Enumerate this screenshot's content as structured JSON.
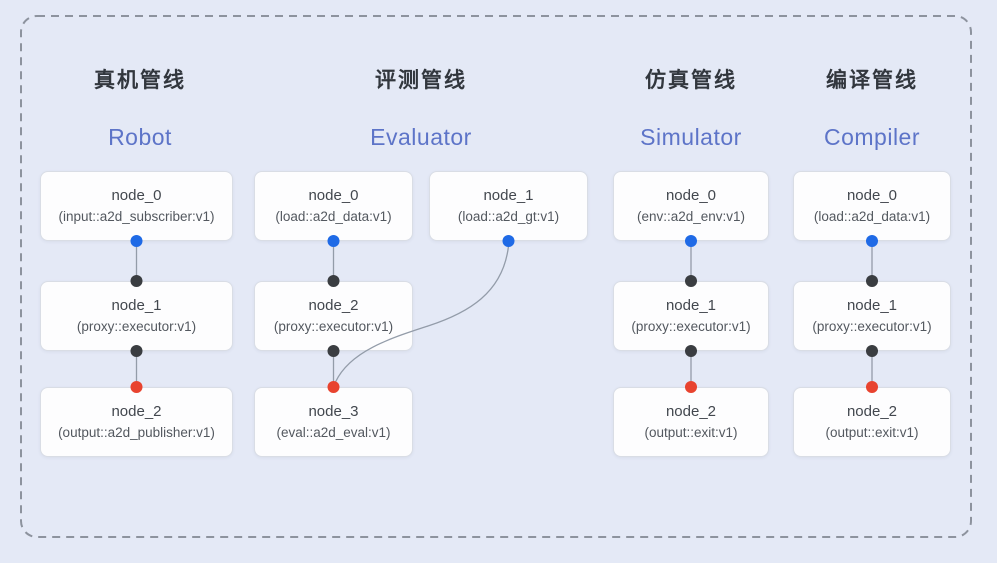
{
  "colors": {
    "background": "#e4e9f6",
    "frame": "#8d939e",
    "node_bg": "#fdfdfe",
    "node_border": "#d9dde5",
    "line": "#939ca9",
    "port_blue": "#1f6ae6",
    "port_dark": "#3a3d41",
    "port_red": "#e8432f",
    "header_cn": "#32373e",
    "header_en": "#5d74c8",
    "node_title": "#42474e",
    "node_subtitle": "#53585f"
  },
  "pipelines": [
    {
      "title_cn": "真机管线",
      "title_en": "Robot",
      "nodes": [
        {
          "title": "node_0",
          "subtitle": "(input::a2d_subscriber:v1)"
        },
        {
          "title": "node_1",
          "subtitle": "(proxy::executor:v1)"
        },
        {
          "title": "node_2",
          "subtitle": "(output::a2d_publisher:v1)"
        }
      ]
    },
    {
      "title_cn": "评测管线",
      "title_en": "Evaluator",
      "nodes": [
        {
          "title": "node_0",
          "subtitle": "(load::a2d_data:v1)"
        },
        {
          "title": "node_1",
          "subtitle": "(load::a2d_gt:v1)"
        },
        {
          "title": "node_2",
          "subtitle": "(proxy::executor:v1)"
        },
        {
          "title": "node_3",
          "subtitle": "(eval::a2d_eval:v1)"
        }
      ]
    },
    {
      "title_cn": "仿真管线",
      "title_en": "Simulator",
      "nodes": [
        {
          "title": "node_0",
          "subtitle": "(env::a2d_env:v1)"
        },
        {
          "title": "node_1",
          "subtitle": "(proxy::executor:v1)"
        },
        {
          "title": "node_2",
          "subtitle": "(output::exit:v1)"
        }
      ]
    },
    {
      "title_cn": "编译管线",
      "title_en": "Compiler",
      "nodes": [
        {
          "title": "node_0",
          "subtitle": "(load::a2d_data:v1)"
        },
        {
          "title": "node_1",
          "subtitle": "(proxy::executor:v1)"
        },
        {
          "title": "node_2",
          "subtitle": "(output::exit:v1)"
        }
      ]
    }
  ],
  "connections": [
    {
      "pipeline": "Robot",
      "from": "node_0",
      "to": "node_1"
    },
    {
      "pipeline": "Robot",
      "from": "node_1",
      "to": "node_2"
    },
    {
      "pipeline": "Evaluator",
      "from": "node_0",
      "to": "node_2"
    },
    {
      "pipeline": "Evaluator",
      "from": "node_1",
      "to": "node_3"
    },
    {
      "pipeline": "Evaluator",
      "from": "node_2",
      "to": "node_3"
    },
    {
      "pipeline": "Simulator",
      "from": "node_0",
      "to": "node_1"
    },
    {
      "pipeline": "Simulator",
      "from": "node_1",
      "to": "node_2"
    },
    {
      "pipeline": "Compiler",
      "from": "node_0",
      "to": "node_1"
    },
    {
      "pipeline": "Compiler",
      "from": "node_1",
      "to": "node_2"
    }
  ]
}
